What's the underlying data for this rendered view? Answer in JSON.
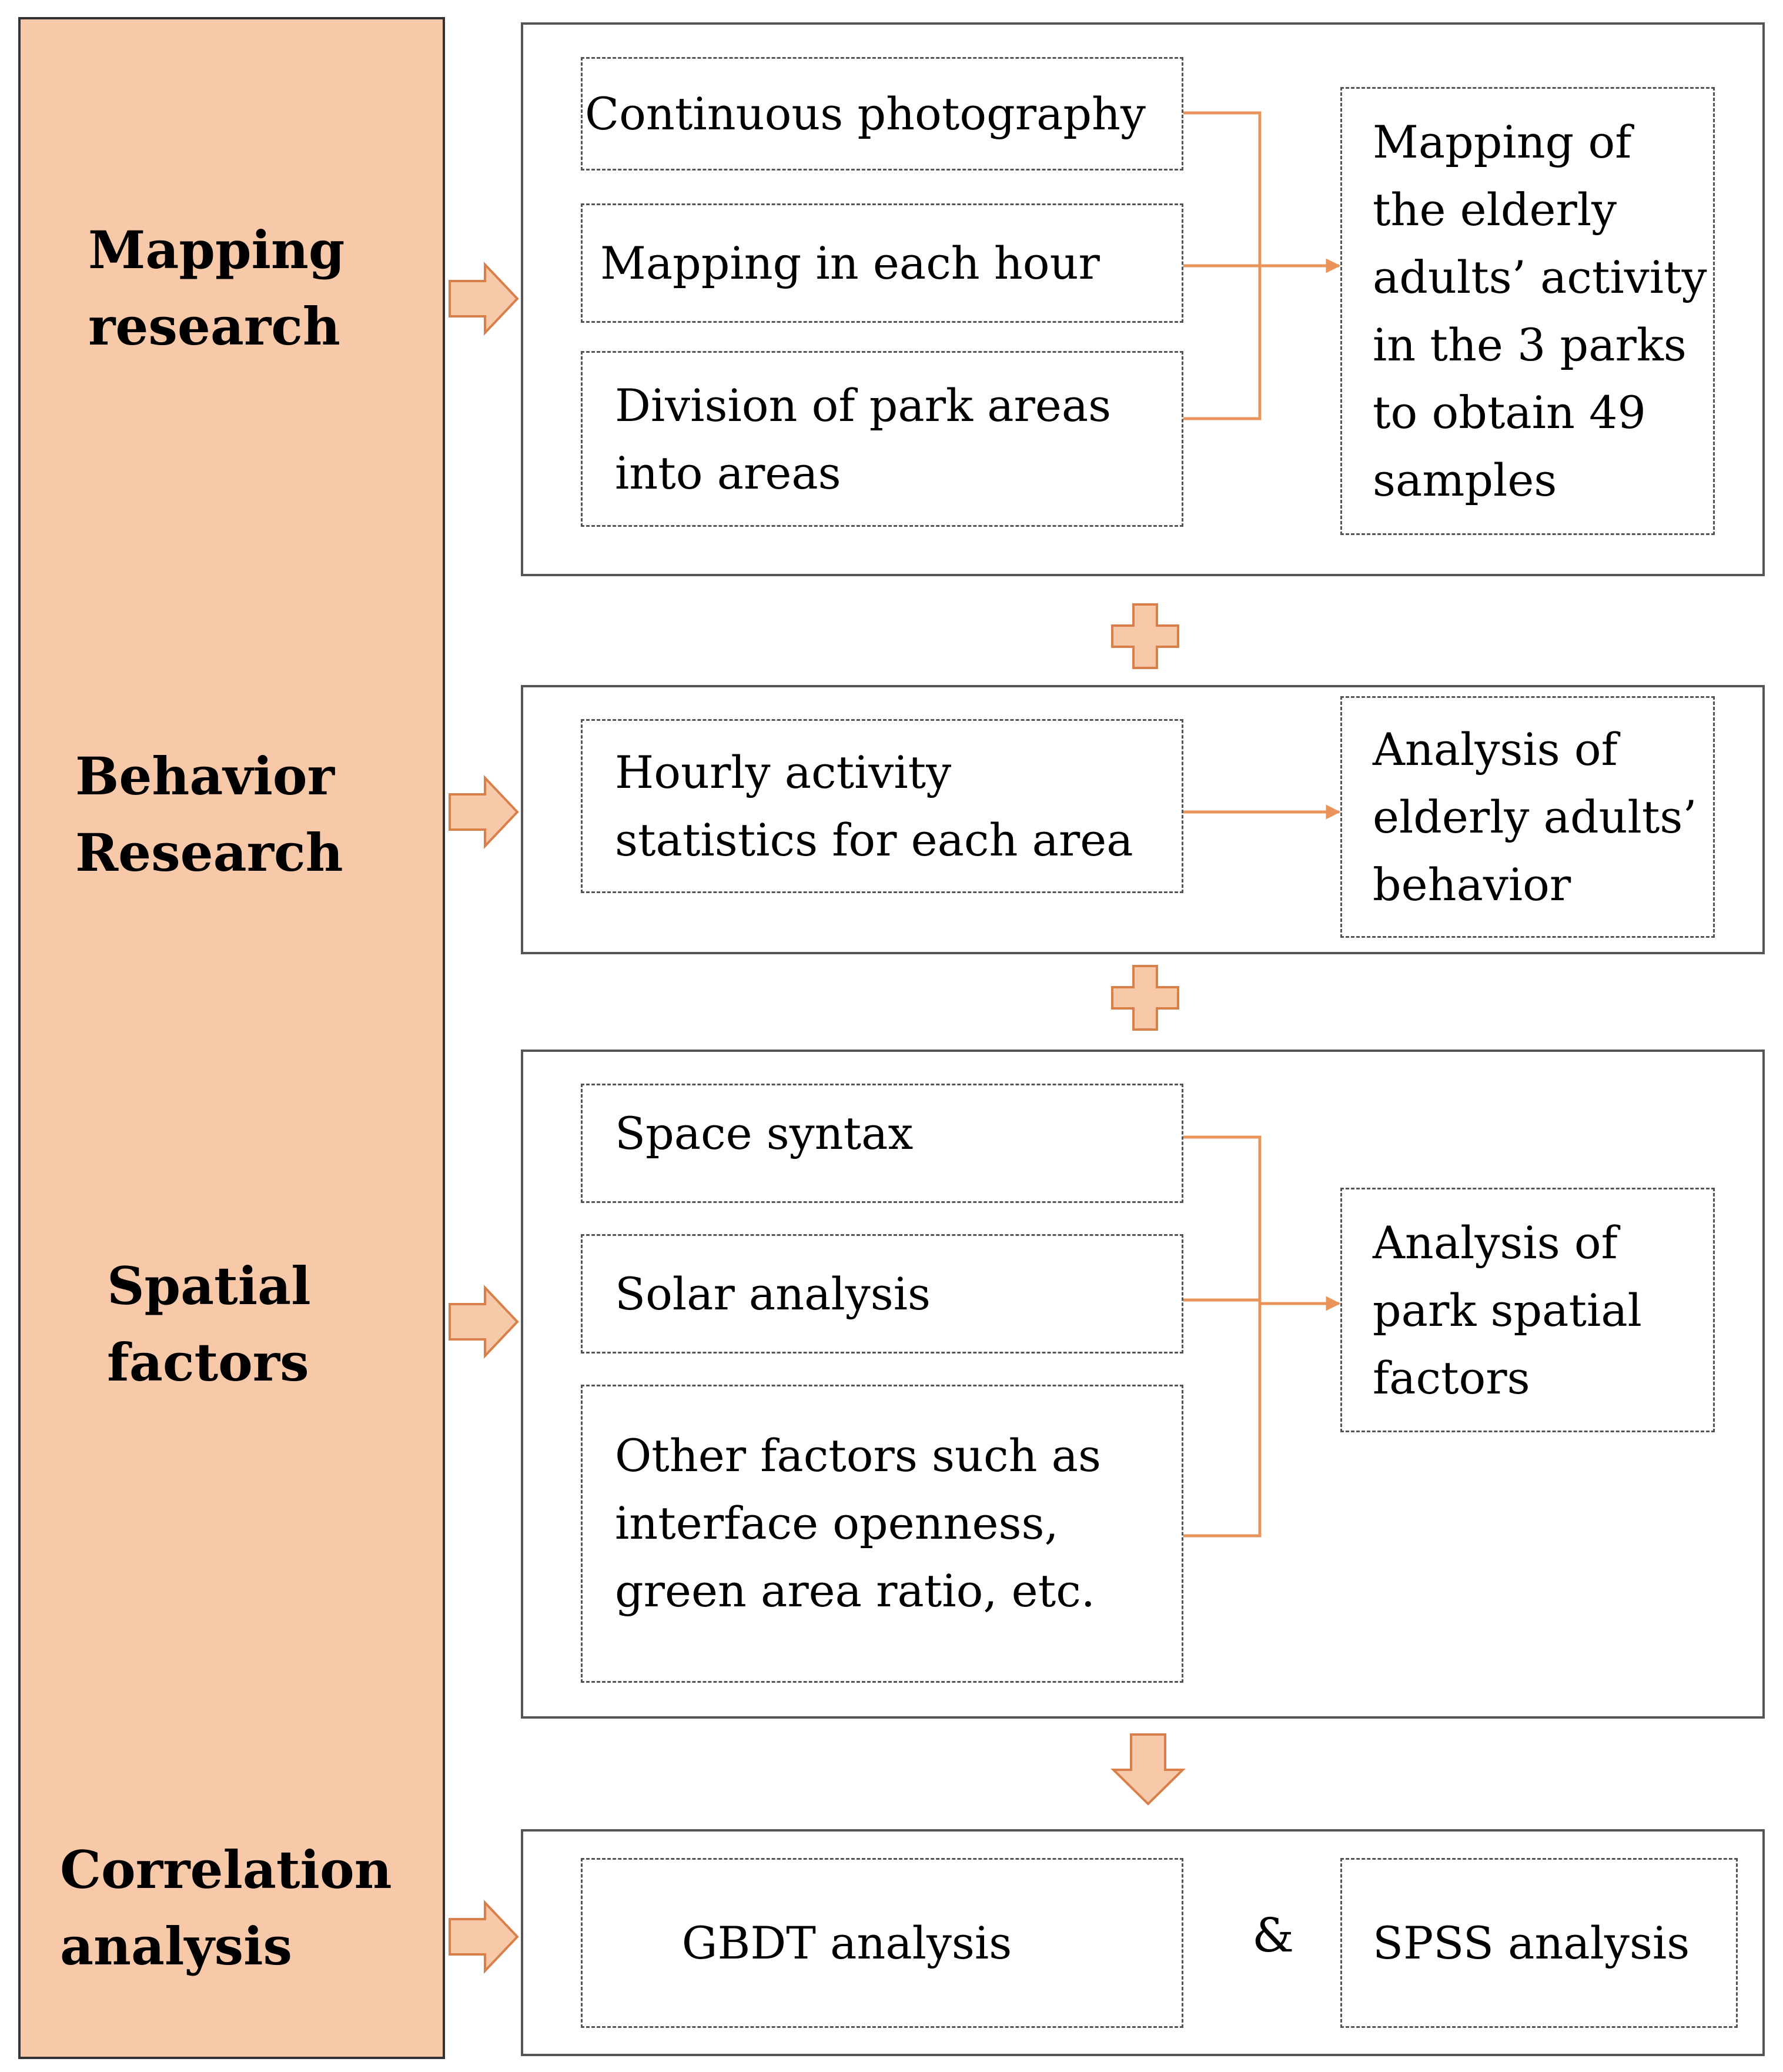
{
  "sidebar": {
    "fill_color": "#F8C9A8",
    "labels": [
      [
        "Mapping",
        "research"
      ],
      [
        "Behavior",
        "Research"
      ],
      [
        "Spatial",
        "factors"
      ],
      [
        "Correlation",
        "analysis"
      ]
    ]
  },
  "sections": {
    "mapping": {
      "inputs": [
        [
          "Continuous photography"
        ],
        [
          "Mapping in each hour"
        ],
        [
          "Division of park areas",
          "into areas"
        ]
      ],
      "output": [
        "Mapping of",
        "the elderly",
        "adults’ activity",
        "in the 3 parks",
        "to obtain 49",
        "samples"
      ]
    },
    "behavior": {
      "inputs": [
        [
          "Hourly activity",
          "statistics for each area"
        ]
      ],
      "output": [
        "Analysis of",
        "elderly adults’",
        "behavior"
      ]
    },
    "spatial": {
      "inputs": [
        [
          "Space syntax"
        ],
        [
          "Solar analysis"
        ],
        [
          "Other factors such as",
          "interface openness,",
          "green area ratio, etc."
        ]
      ],
      "output": [
        "Analysis of",
        "park spatial",
        "factors"
      ]
    },
    "correlation": {
      "left": [
        "GBDT analysis"
      ],
      "connector": "&",
      "right": [
        "SPSS analysis"
      ]
    }
  },
  "colors": {
    "accent": "#E8945A",
    "arrow_fill": "#F8C9A8",
    "arrow_stroke": "#D9804A"
  }
}
